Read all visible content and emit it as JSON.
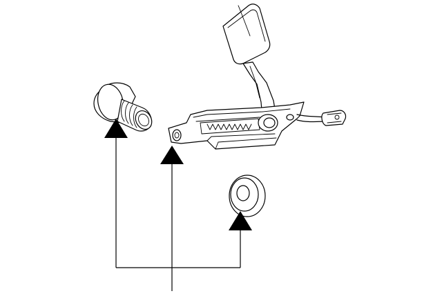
{
  "diagram": {
    "background_color": "#ffffff",
    "line_color": "#000000",
    "parts": [
      {
        "id": "bolt",
        "icon": "bolt-icon"
      },
      {
        "id": "seat-belt-buckle-assembly",
        "icon": "seat-belt-buckle-icon"
      },
      {
        "id": "cap",
        "icon": "cap-icon"
      }
    ],
    "callout_count": 3
  }
}
